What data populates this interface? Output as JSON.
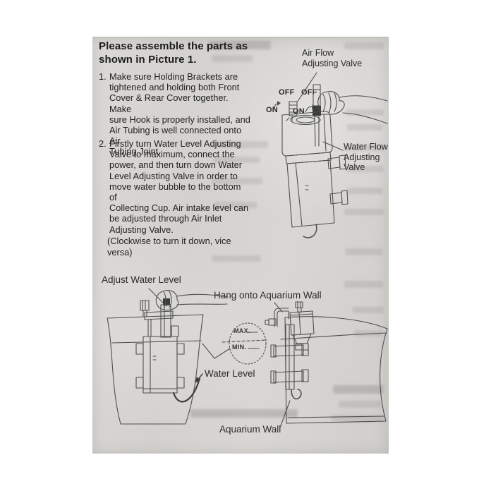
{
  "document": {
    "title": "Please assemble the parts as\nshown in Picture 1.",
    "items": [
      {
        "num": "1.",
        "text": "Make sure Holding Brackets are\ntightened and holding both Front\nCover & Rear Cover together. Make\nsure Hook is properly installed, and\nAir Tubing is well connected onto Air\nTubing Joint."
      },
      {
        "num": "2.",
        "text": "Firstly turn Water Level Adjusting\nValve to maximum, connect the\npower, and then turn down Water\nLevel Adjusting Valve in order to\nmove water bubble to the bottom of\nCollecting Cup. Air intake level can\nbe adjusted through Air Inlet\nAdjusting Valve."
      }
    ],
    "note": "(Clockwise to turn it down, vice\nversa)"
  },
  "labels": {
    "air_flow_valve": "Air Flow\nAdjusting Valve",
    "off_left": "OFF",
    "off_right": "OFF",
    "on_left": "ON",
    "on_right": "ON",
    "water_flow_valve": "Water Flow\nAdjusting\nValve",
    "adjust_water_level": "Adjust Water Level",
    "hang_onto_wall": "Hang onto Aquarium Wall",
    "max": "MAX.",
    "min": "MIN.",
    "water_level": "Water Level",
    "aquarium_wall": "Aquarium Wall"
  },
  "colors": {
    "paper": "#d7d5d1",
    "ink": "#242424",
    "diagram_line": "#4f4f4f"
  }
}
